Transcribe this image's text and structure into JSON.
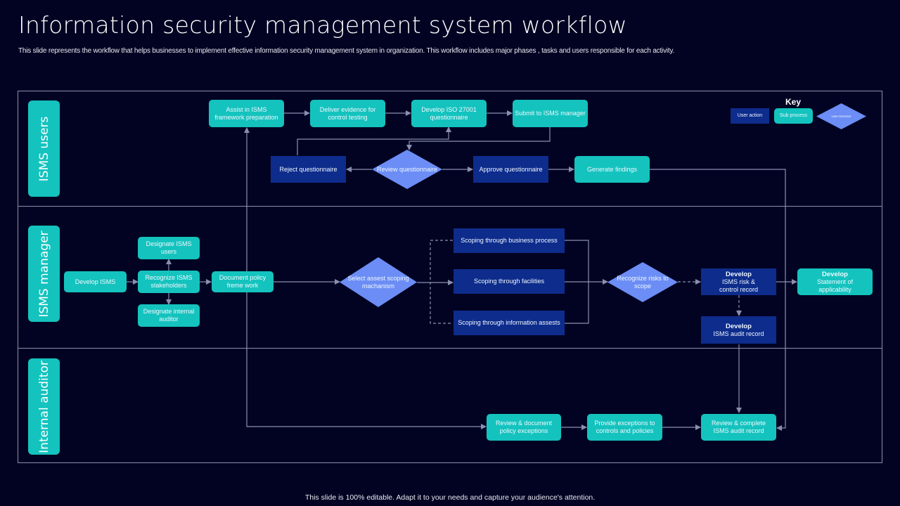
{
  "header": {
    "title": "Information security management system workflow",
    "subtitle": "This slide represents the workflow that helps businesses to implement  effective information security management system in  organization. This workflow includes major phases , tasks and users responsible for each activity."
  },
  "footer": "This slide is 100% editable.  Adapt it to your needs and capture your audience's attention.",
  "colors": {
    "background": "#020322",
    "sub_process": "#14c3be",
    "user_action": "#0d2c8c",
    "user_decision": "#6b8df5",
    "line": "#8a8fb0"
  },
  "lanes": [
    {
      "label": "ISMS users"
    },
    {
      "label": "ISMS manager"
    },
    {
      "label": "Internal auditor"
    }
  ],
  "key": {
    "title": "Key",
    "user_action": "User action",
    "sub_process": "Sub process",
    "user_decision": "User Decision"
  },
  "nodes": {
    "assist": "Assist in ISMS framework preparation",
    "deliver": "Deliver evidence for control testing",
    "develop_iso": "Develop ISO 27001 questionnaire",
    "submit": "Submit to ISMS manager",
    "reject": "Reject questionnaire",
    "review_q": "Review questionnaire",
    "approve": "Approve questionnaire",
    "generate": "Generate  findings",
    "develop_isms": "Develop ISMS",
    "designate_users": "Designate ISMS users",
    "recognize_stake": "Recognize ISMS stakeholders",
    "designate_auditor": "Designate internal auditor",
    "document_policy": "Document policy freme work",
    "select_scoping": "Select assest scoping machanism",
    "scope_business": "Scoping through business process",
    "scope_facilities": "Scoping through  facilities",
    "scope_info": "Scoping through information assests",
    "recognize_risks": "Recognize risks to scope",
    "risk_record_head": "Develop",
    "risk_record_body": "ISMS risk & control record",
    "soa_head": "Develop",
    "soa_body": "Statement of applicability",
    "audit_record_head": "Develop",
    "audit_record_body": "ISMS audit record",
    "review_doc": "Review & document policy exceptions",
    "provide_exc": "Provide exceptions to controls and policies",
    "review_complete": "Review & complete ISMS audit record"
  }
}
